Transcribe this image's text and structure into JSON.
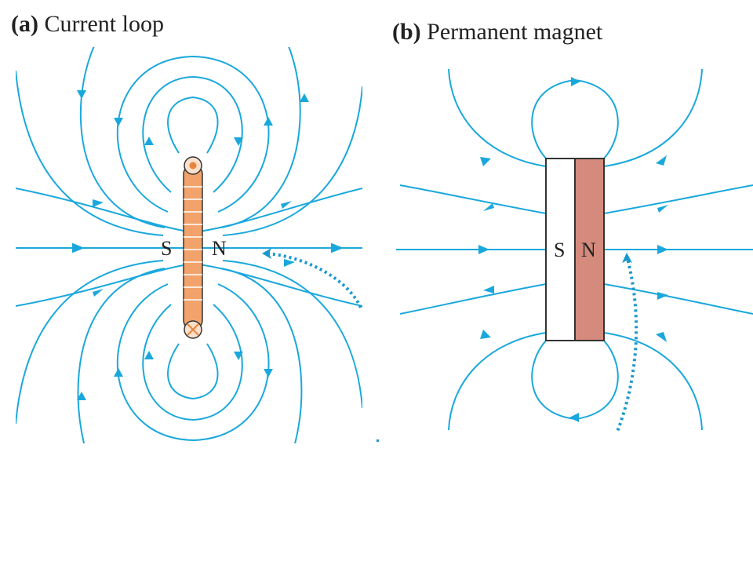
{
  "panel_a": {
    "letter": "(a)",
    "title": "Current loop",
    "south_label": "S",
    "north_label": "N"
  },
  "panel_b": {
    "letter": "(b)",
    "title": "Permanent magnet",
    "south_label": "S",
    "north_label": "N"
  },
  "colors": {
    "field_line": "#1aa8dc",
    "loop_fill": "#f2a36b",
    "magnet_north": "#d48a7c",
    "magnet_south": "#ffffff"
  },
  "icons": {
    "current_out": "dot-circle-icon",
    "current_in": "cross-circle-icon"
  }
}
